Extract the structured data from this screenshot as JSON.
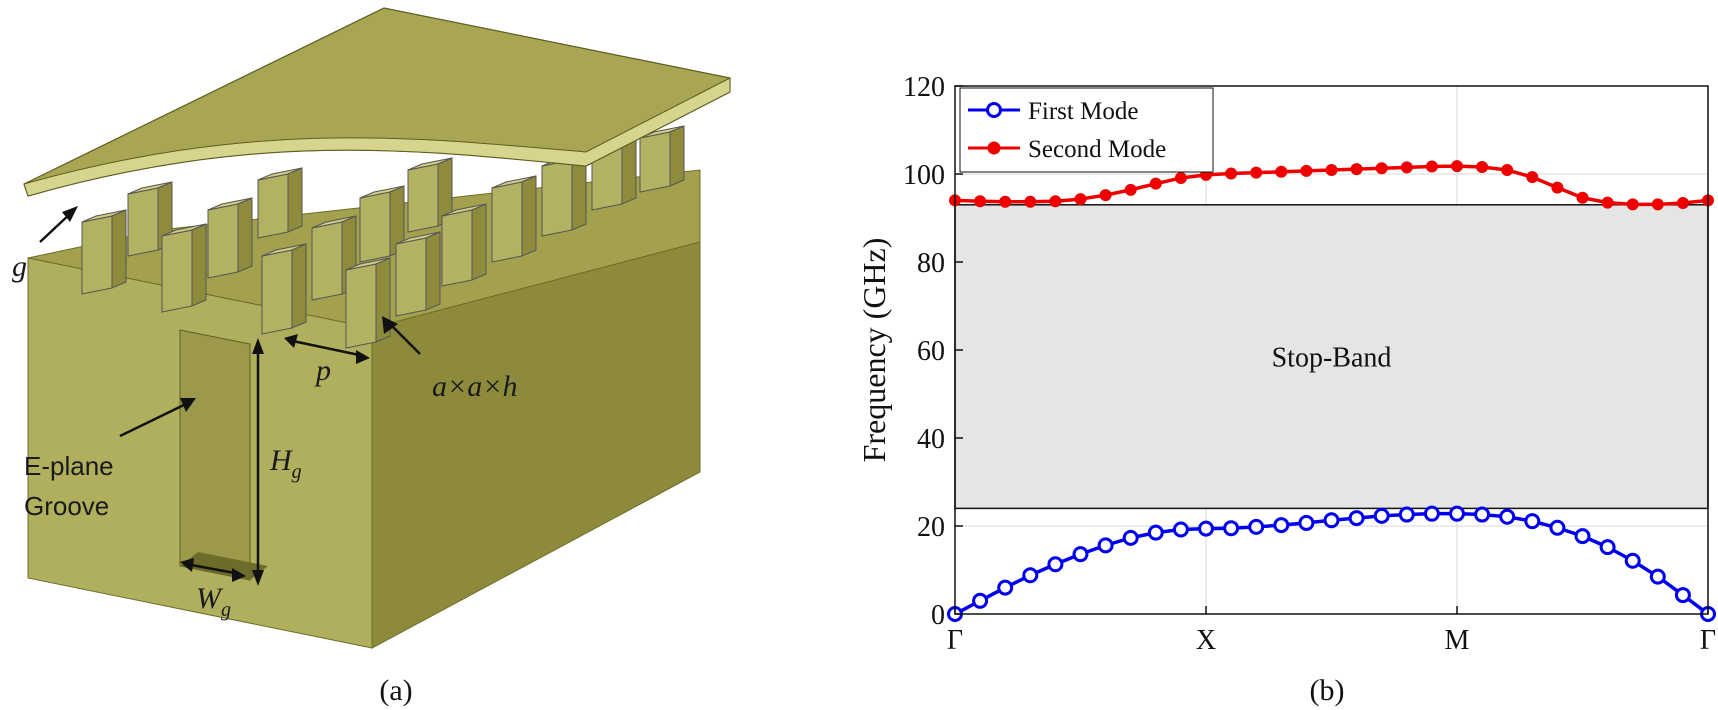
{
  "panel_a": {
    "caption": "(a)",
    "labels": {
      "g": "g",
      "p": "p",
      "post_size": "a×a×h",
      "groove_line1": "E-plane",
      "groove_line2": "Groove",
      "Hg_main": "H",
      "Hg_sub": "g",
      "Wg_main": "W",
      "Wg_sub": "g"
    },
    "colors": {
      "metal_top": "#a4a24f",
      "metal_front": "#b3b261",
      "metal_side": "#8a8838"
    }
  },
  "panel_b": {
    "caption": "(b)",
    "stop_band_label": "Stop-Band"
  },
  "chart_data": {
    "type": "line",
    "title": "",
    "xlabel": "",
    "ylabel": "Frequency (GHz)",
    "xlim": [
      0,
      3
    ],
    "ylim": [
      0,
      120
    ],
    "yticks": [
      0,
      20,
      40,
      60,
      80,
      100,
      120
    ],
    "x_tick_positions": [
      0,
      1,
      2,
      3
    ],
    "x_tick_labels": [
      "Γ",
      "X",
      "M",
      "Γ"
    ],
    "grid": true,
    "legend_position": "top-left",
    "stop_band": {
      "from": 24,
      "to": 93,
      "label": "Stop-Band",
      "color": "#e5e5e5"
    },
    "x": [
      0,
      0.1,
      0.2,
      0.3,
      0.4,
      0.5,
      0.6,
      0.7,
      0.8,
      0.9,
      1.0,
      1.1,
      1.2,
      1.3,
      1.4,
      1.5,
      1.6,
      1.7,
      1.8,
      1.9,
      2.0,
      2.1,
      2.2,
      2.3,
      2.4,
      2.5,
      2.6,
      2.7,
      2.8,
      2.9,
      3.0
    ],
    "series": [
      {
        "name": "First Mode",
        "color": "#0000ee",
        "marker": "open-circle",
        "values": [
          0,
          3,
          6,
          8.8,
          11.3,
          13.6,
          15.6,
          17.3,
          18.5,
          19.2,
          19.4,
          19.5,
          19.8,
          20.2,
          20.7,
          21.3,
          21.8,
          22.3,
          22.6,
          22.8,
          22.8,
          22.6,
          22.1,
          21.1,
          19.6,
          17.7,
          15.2,
          12.1,
          8.5,
          4.3,
          0
        ]
      },
      {
        "name": "Second Mode",
        "color": "#ee0000",
        "marker": "filled-circle",
        "values": [
          94,
          93.8,
          93.7,
          93.7,
          93.8,
          94.3,
          95.2,
          96.4,
          97.8,
          99.1,
          99.8,
          100.1,
          100.3,
          100.5,
          100.7,
          100.9,
          101.1,
          101.3,
          101.5,
          101.7,
          101.8,
          101.6,
          100.9,
          99.3,
          96.9,
          94.6,
          93.5,
          93.1,
          93.1,
          93.4,
          94
        ]
      }
    ]
  }
}
